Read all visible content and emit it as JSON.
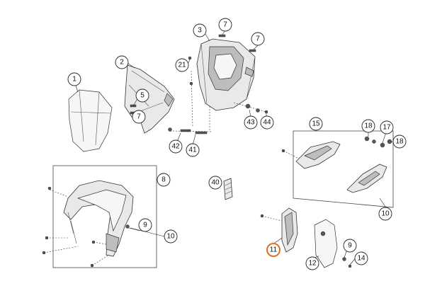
{
  "callouts": {
    "c1": "1",
    "c2": "2",
    "c3": "3",
    "c5": "5",
    "c7a": "7",
    "c7b": "7",
    "c7c": "7",
    "c8": "8",
    "c9a": "9",
    "c9b": "9",
    "c10a": "10",
    "c10b": "10",
    "c11": "11",
    "c12": "12",
    "c14": "14",
    "c15": "15",
    "c17": "17",
    "c18a": "18",
    "c18b": "18",
    "c21": "21",
    "c40": "40",
    "c41": "41",
    "c42": "42",
    "c43": "43",
    "c44": "44"
  },
  "colors": {
    "highlight": "#e07020",
    "line": "#333333",
    "part_fill": "#e9e9e9"
  }
}
